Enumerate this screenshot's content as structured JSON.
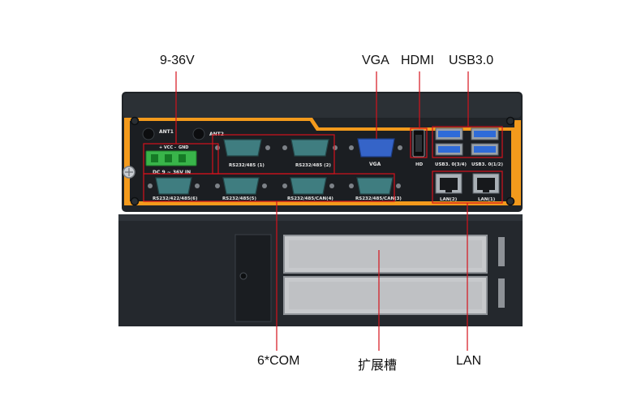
{
  "callouts": {
    "power": "9-36V",
    "vga": "VGA",
    "hdmi": "HDMI",
    "usb": "USB3.0",
    "com": "6*COM",
    "expansion": "扩展槽",
    "lan": "LAN"
  },
  "panel_labels": {
    "ant1": "ANT1",
    "ant2": "ANT2",
    "vcc": "+ VCC -",
    "gnd": "GND",
    "dc_in": "DC 9 ~ 36V IN",
    "com1": "RS232/485 (1)",
    "com2": "RS232/485 (2)",
    "com3": "RS232/485/CAN(3)",
    "com4": "RS232/485/CAN(4)",
    "com5": "RS232/485(5)",
    "com6": "RS232/422/485(6)",
    "vga": "VGA",
    "hdmi": "HD",
    "usb_a": "USB3. 0(3/4)",
    "usb_b": "USB3. 0(1/2)",
    "lan2": "LAN(2)",
    "lan1": "LAN(1)"
  },
  "colors": {
    "accent_orange": "#f39a1c",
    "annotation_red": "#d4121c",
    "chassis_dark": "#22262b",
    "terminal_green": "#39b54a",
    "db9_teal": "#3f7d80",
    "vga_blue": "#3564c8"
  }
}
